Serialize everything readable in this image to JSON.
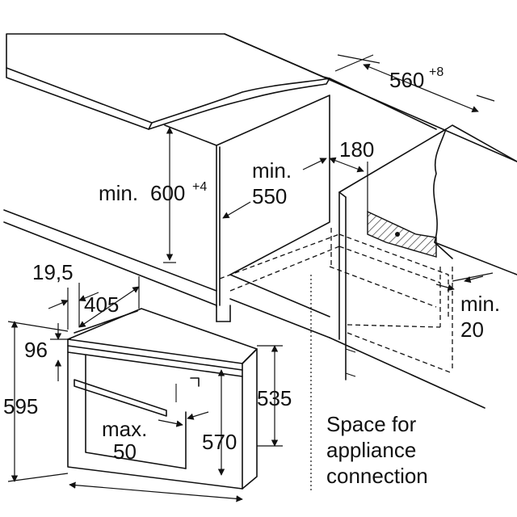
{
  "labels": {
    "width_min": "560",
    "width_tol": "+8",
    "height_min_prefix": "min. ",
    "height_value": "600",
    "height_tol": "+4",
    "depth_min_line1": "min.",
    "depth_min_line2": "550",
    "vent_width": "180",
    "gap_line1": "min.",
    "gap_line2": "20",
    "offset_top": "19,5",
    "depth_405": "405",
    "panel_96": "96",
    "front_height": "595",
    "body_height": "535",
    "inner_height": "570",
    "handle_line1": "max.",
    "handle_line2": "50",
    "connection_line1": "Space for",
    "connection_line2": "appliance",
    "connection_line3": "connection"
  },
  "colors": {
    "worktop": "#d4d4d4",
    "hatch": "#444444",
    "line": "#111111"
  }
}
